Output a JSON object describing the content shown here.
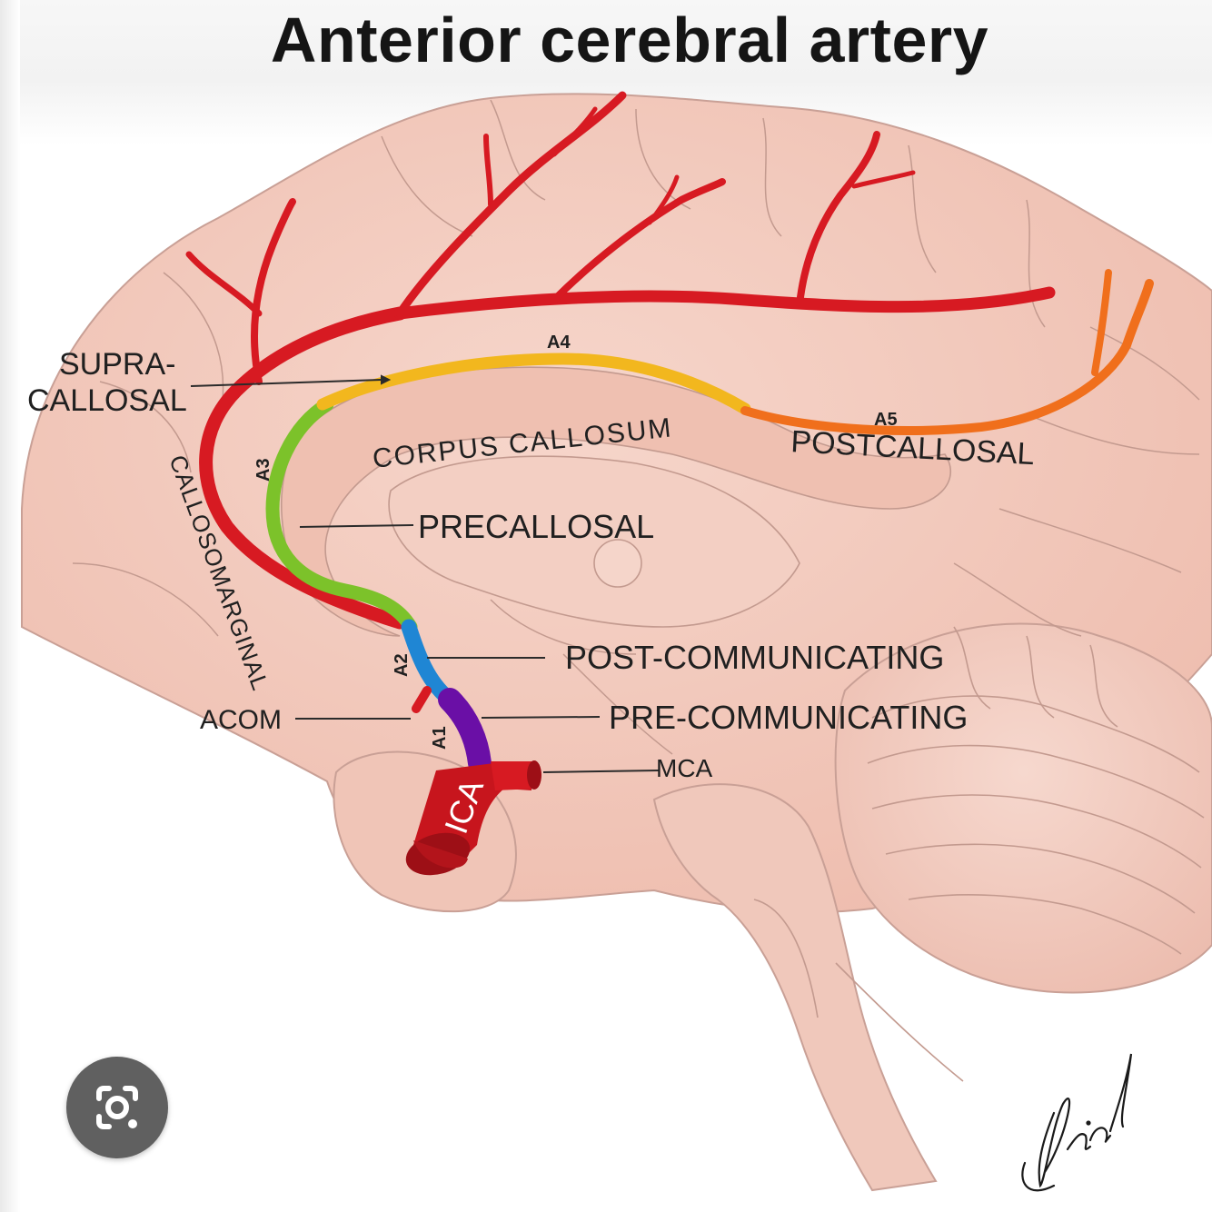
{
  "title": "Anterior cerebral artery",
  "labels": {
    "supra_line1": "SUPRA-",
    "supra_line2": "CALLOSAL",
    "a4": "A4",
    "corpus_callosum": "CORPUS CALLOSUM",
    "a5": "A5",
    "postcallosal": "POSTCALLOSAL",
    "a3": "A3",
    "callosomarginal": "CALLOSOMARGINAL",
    "precallosal": "PRECALLOSAL",
    "a2": "A2",
    "post_communicating": "POST-COMMUNICATING",
    "acom": "ACOM",
    "a1": "A1",
    "pre_communicating": "PRE-COMMUNICATING",
    "mca": "MCA",
    "ica": "ICA"
  },
  "segment_colors": {
    "artery_red": "#d71a22",
    "a1": "#6a0fa6",
    "a2": "#1f86d4",
    "a3": "#7cc22a",
    "a4": "#f2b71e",
    "a5": "#f06f1c",
    "brain": "#f2c6b8"
  },
  "signature": "Dileep",
  "lens_button": {
    "icon": "google-lens-icon"
  }
}
